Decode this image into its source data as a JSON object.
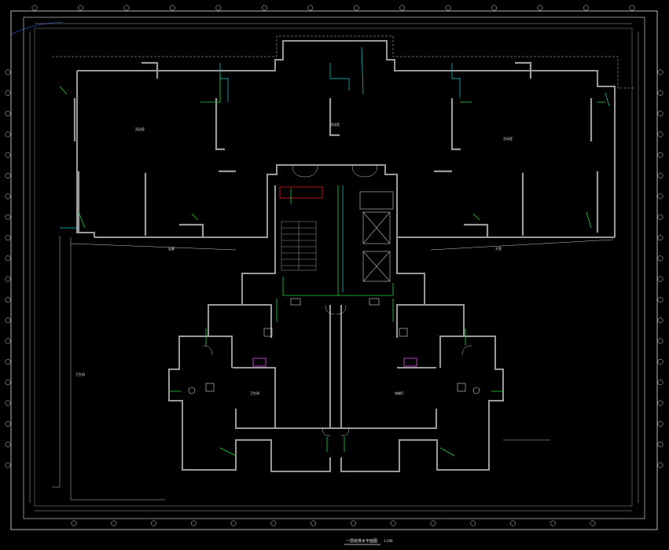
{
  "drawing": {
    "title": "一层给排水平面图",
    "scale": "1:100"
  },
  "grid": {
    "top_count": 14,
    "bottom_count": 14,
    "left_count": 20,
    "right_count": 20
  },
  "room_labels": [
    "活动室",
    "活动室",
    "活动室",
    "走廊",
    "大堂",
    "卫生间",
    "卫生间",
    "电梯厅"
  ],
  "colors": {
    "background": "#000000",
    "wall": "#9a9a9a",
    "border": "#e8e8e8",
    "water_supply": "#22d63c",
    "drain": "#19d3d3",
    "fire": "#e02020",
    "fixture": "#c03cc8"
  }
}
